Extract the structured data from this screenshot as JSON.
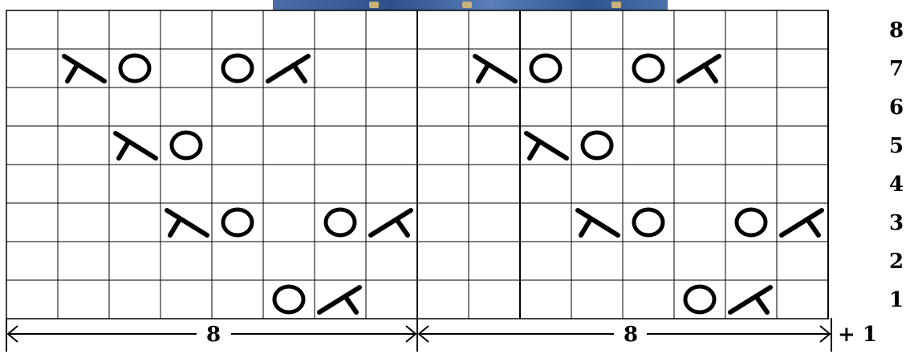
{
  "chart": {
    "columns": 16,
    "rows": 8,
    "row_labels": [
      "8",
      "7",
      "6",
      "5",
      "4",
      "3",
      "2",
      "1"
    ],
    "repeat_labels": [
      "8",
      "8"
    ],
    "plus_label": "+ 1",
    "symbols": [
      {
        "row": 7,
        "col": 2,
        "sym": "k2tog"
      },
      {
        "row": 7,
        "col": 3,
        "sym": "yo"
      },
      {
        "row": 7,
        "col": 5,
        "sym": "yo"
      },
      {
        "row": 7,
        "col": 6,
        "sym": "ssk"
      },
      {
        "row": 7,
        "col": 10,
        "sym": "k2tog"
      },
      {
        "row": 7,
        "col": 11,
        "sym": "yo"
      },
      {
        "row": 7,
        "col": 13,
        "sym": "yo"
      },
      {
        "row": 7,
        "col": 14,
        "sym": "ssk"
      },
      {
        "row": 5,
        "col": 3,
        "sym": "k2tog"
      },
      {
        "row": 5,
        "col": 4,
        "sym": "yo"
      },
      {
        "row": 5,
        "col": 11,
        "sym": "k2tog"
      },
      {
        "row": 5,
        "col": 12,
        "sym": "yo"
      },
      {
        "row": 3,
        "col": 4,
        "sym": "k2tog"
      },
      {
        "row": 3,
        "col": 5,
        "sym": "yo"
      },
      {
        "row": 3,
        "col": 7,
        "sym": "yo"
      },
      {
        "row": 3,
        "col": 8,
        "sym": "ssk"
      },
      {
        "row": 3,
        "col": 12,
        "sym": "k2tog"
      },
      {
        "row": 3,
        "col": 13,
        "sym": "yo"
      },
      {
        "row": 3,
        "col": 15,
        "sym": "yo"
      },
      {
        "row": 3,
        "col": 16,
        "sym": "ssk"
      },
      {
        "row": 1,
        "col": 6,
        "sym": "yo"
      },
      {
        "row": 1,
        "col": 7,
        "sym": "ssk"
      },
      {
        "row": 1,
        "col": 14,
        "sym": "yo"
      },
      {
        "row": 1,
        "col": 15,
        "sym": "ssk"
      }
    ],
    "colors": {
      "grid": "#000000",
      "symbol": "#000000",
      "background": "#ffffff"
    }
  }
}
